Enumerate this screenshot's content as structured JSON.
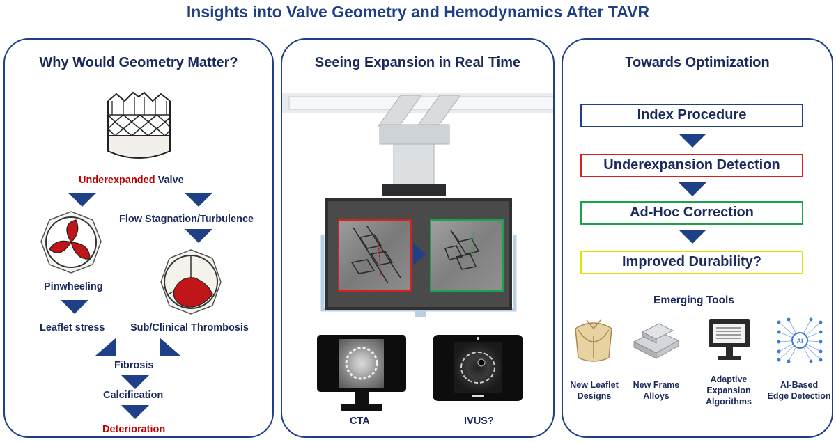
{
  "title": "Insights into Valve Geometry and Hemodynamics After TAVR",
  "panel1": {
    "title": "Why Would Geometry Matter?",
    "underexpanded_word": "Underexpanded",
    "valve_word": "Valve",
    "flow": "Flow Stagnation/Turbulence",
    "pinwheeling": "Pinwheeling",
    "leaflet_stress": "Leaflet stress",
    "thrombosis": "Sub/Clinical Thrombosis",
    "fibrosis": "Fibrosis",
    "calcification": "Calcification",
    "deterioration": "Deterioration"
  },
  "panel2": {
    "title": "Seeing Expansion in Real Time",
    "cta": "CTA",
    "ivus": "IVUS?"
  },
  "panel3": {
    "title": "Towards Optimization",
    "steps": [
      "Index Procedure",
      "Underexpansion Detection",
      "Ad-Hoc Correction",
      "Improved Durability?"
    ],
    "step_colors": [
      "#1f3f86",
      "#d62020",
      "#1aa34a",
      "#e6e000"
    ],
    "emerging": "Emerging Tools",
    "tools": [
      {
        "l1": "New Leaflet",
        "l2": "Designs",
        "l3": ""
      },
      {
        "l1": "New Frame",
        "l2": "Alloys",
        "l3": ""
      },
      {
        "l1": "Adaptive",
        "l2": "Expansion",
        "l3": "Algorithms"
      },
      {
        "l1": "AI-Based",
        "l2": "Edge Detection",
        "l3": ""
      }
    ],
    "ai_text": "AI"
  }
}
